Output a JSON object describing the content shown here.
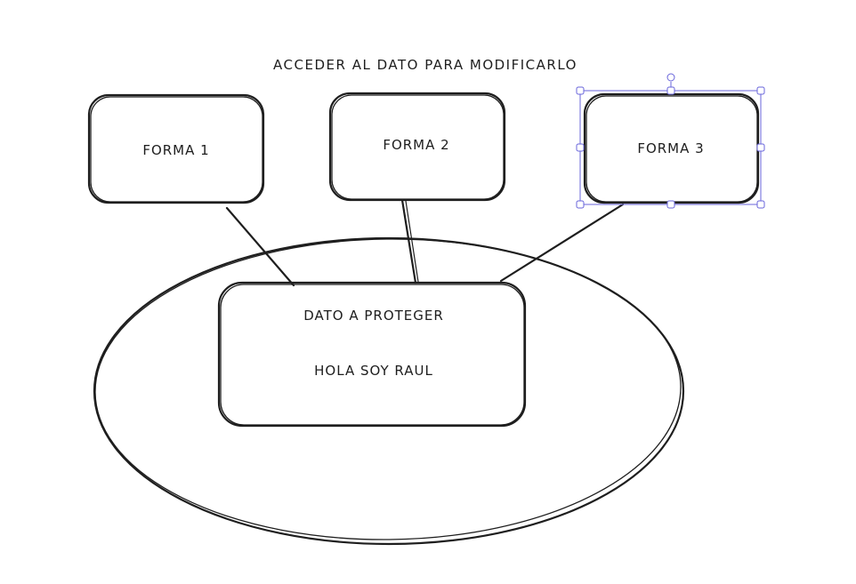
{
  "diagram": {
    "title": "ACCEDER AL DATO PARA MODIFICARLO",
    "shapes": [
      {
        "id": "forma-1",
        "label": "FORMA 1",
        "selected": false
      },
      {
        "id": "forma-2",
        "label": "FORMA 2",
        "selected": false
      },
      {
        "id": "forma-3",
        "label": "FORMA 3",
        "selected": true
      }
    ],
    "data_box": {
      "title": "DATO A PROTEGER",
      "value": "HOLA SOY RAUL"
    },
    "connections": [
      {
        "from": "forma-1",
        "to": "data-box"
      },
      {
        "from": "forma-2",
        "to": "data-box"
      },
      {
        "from": "forma-3",
        "to": "data-box"
      }
    ]
  },
  "colors": {
    "stroke": "#1e1e1e",
    "selection": "#6965db",
    "background": "#ffffff"
  }
}
